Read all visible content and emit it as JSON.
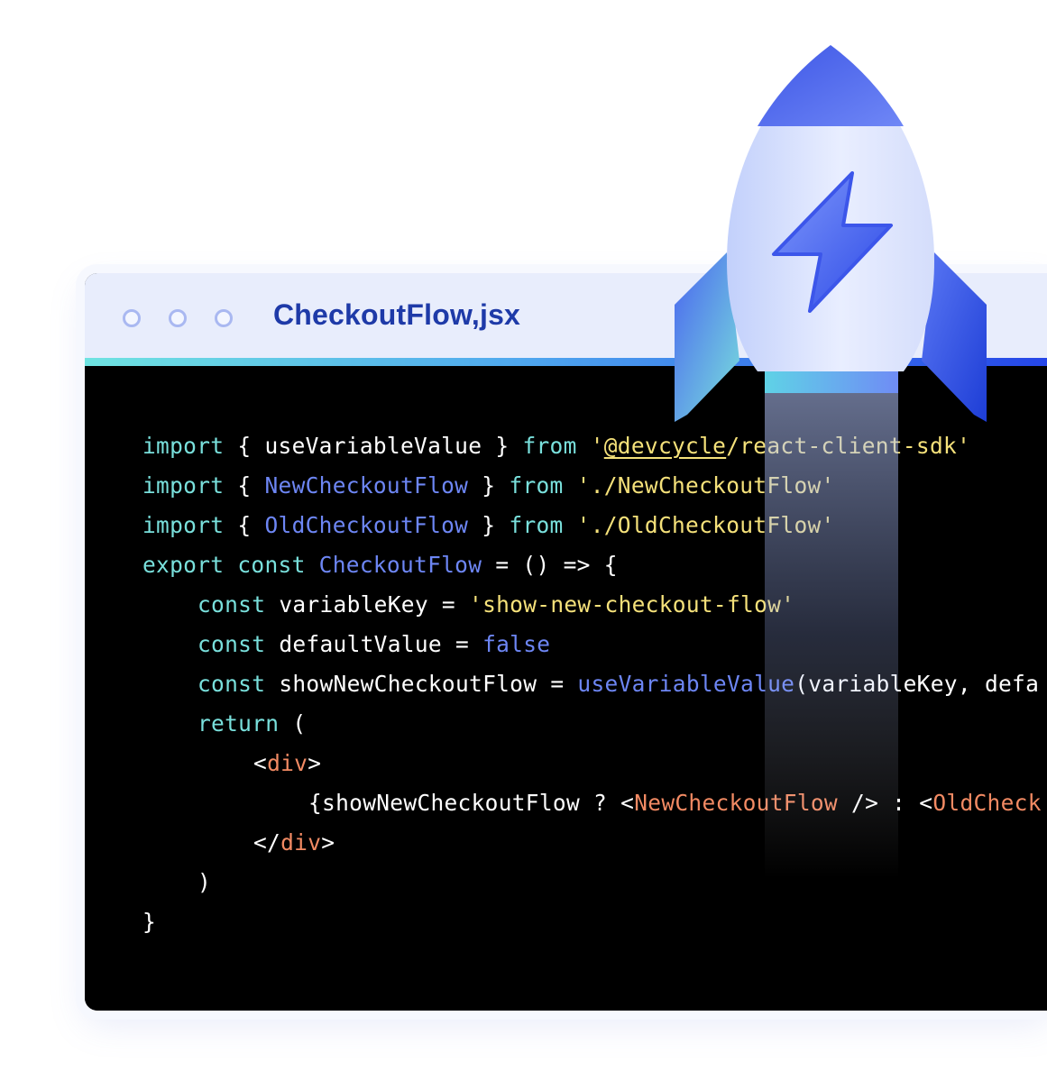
{
  "window": {
    "filename": "CheckoutFlow,jsx",
    "colors": {
      "titlebar": "#e8edfc",
      "accent_start": "#6fe3e1",
      "accent_end": "#2546e8",
      "code_bg": "#000000"
    }
  },
  "code": {
    "l1": {
      "kw1": "import",
      "p1": " { ",
      "id": "useVariableValue",
      "p2": " } ",
      "kw2": "from",
      "p3": " '",
      "s1": "@devcycle",
      "s2": "/react-client-sdk",
      "p4": "'"
    },
    "l2": {
      "kw1": "import",
      "p1": " { ",
      "id": "NewCheckoutFlow",
      "p2": " } ",
      "kw2": "from",
      "s1": " './NewCheckoutFlow'"
    },
    "l3": {
      "kw1": "import",
      "p1": " { ",
      "id": "OldCheckoutFlow",
      "p2": " } ",
      "kw2": "from",
      "s1": " './OldCheckoutFlow'"
    },
    "l4": {
      "kw1": "export",
      "kw2": " const ",
      "id": "CheckoutFlow",
      "p1": " = () => {"
    },
    "l5": {
      "kw": "const",
      "p1": " variableKey = ",
      "s1": "'show-new-checkout-flow'"
    },
    "l6": {
      "kw": "const",
      "p1": " defaultValue = ",
      "b1": "false"
    },
    "l7": {
      "kw": "const",
      "p1": " showNewCheckoutFlow = ",
      "fn": "useVariableValue",
      "p2": "(variableKey, defa"
    },
    "l8": {
      "kw": "return",
      "p1": " ("
    },
    "l9": {
      "p1": "<",
      "tag": "div",
      "p2": ">"
    },
    "l10": {
      "p1": "{showNewCheckoutFlow ? <",
      "tag1": "NewCheckoutFlow",
      "p2": " /> : <",
      "tag2": "OldCheck"
    },
    "l11": {
      "p1": "</",
      "tag": "div",
      "p2": ">"
    },
    "l12": {
      "p1": ")"
    },
    "l13": {
      "p1": "}"
    }
  },
  "icons": {
    "rocket": "rocket-icon",
    "bolt": "lightning-bolt-icon"
  }
}
